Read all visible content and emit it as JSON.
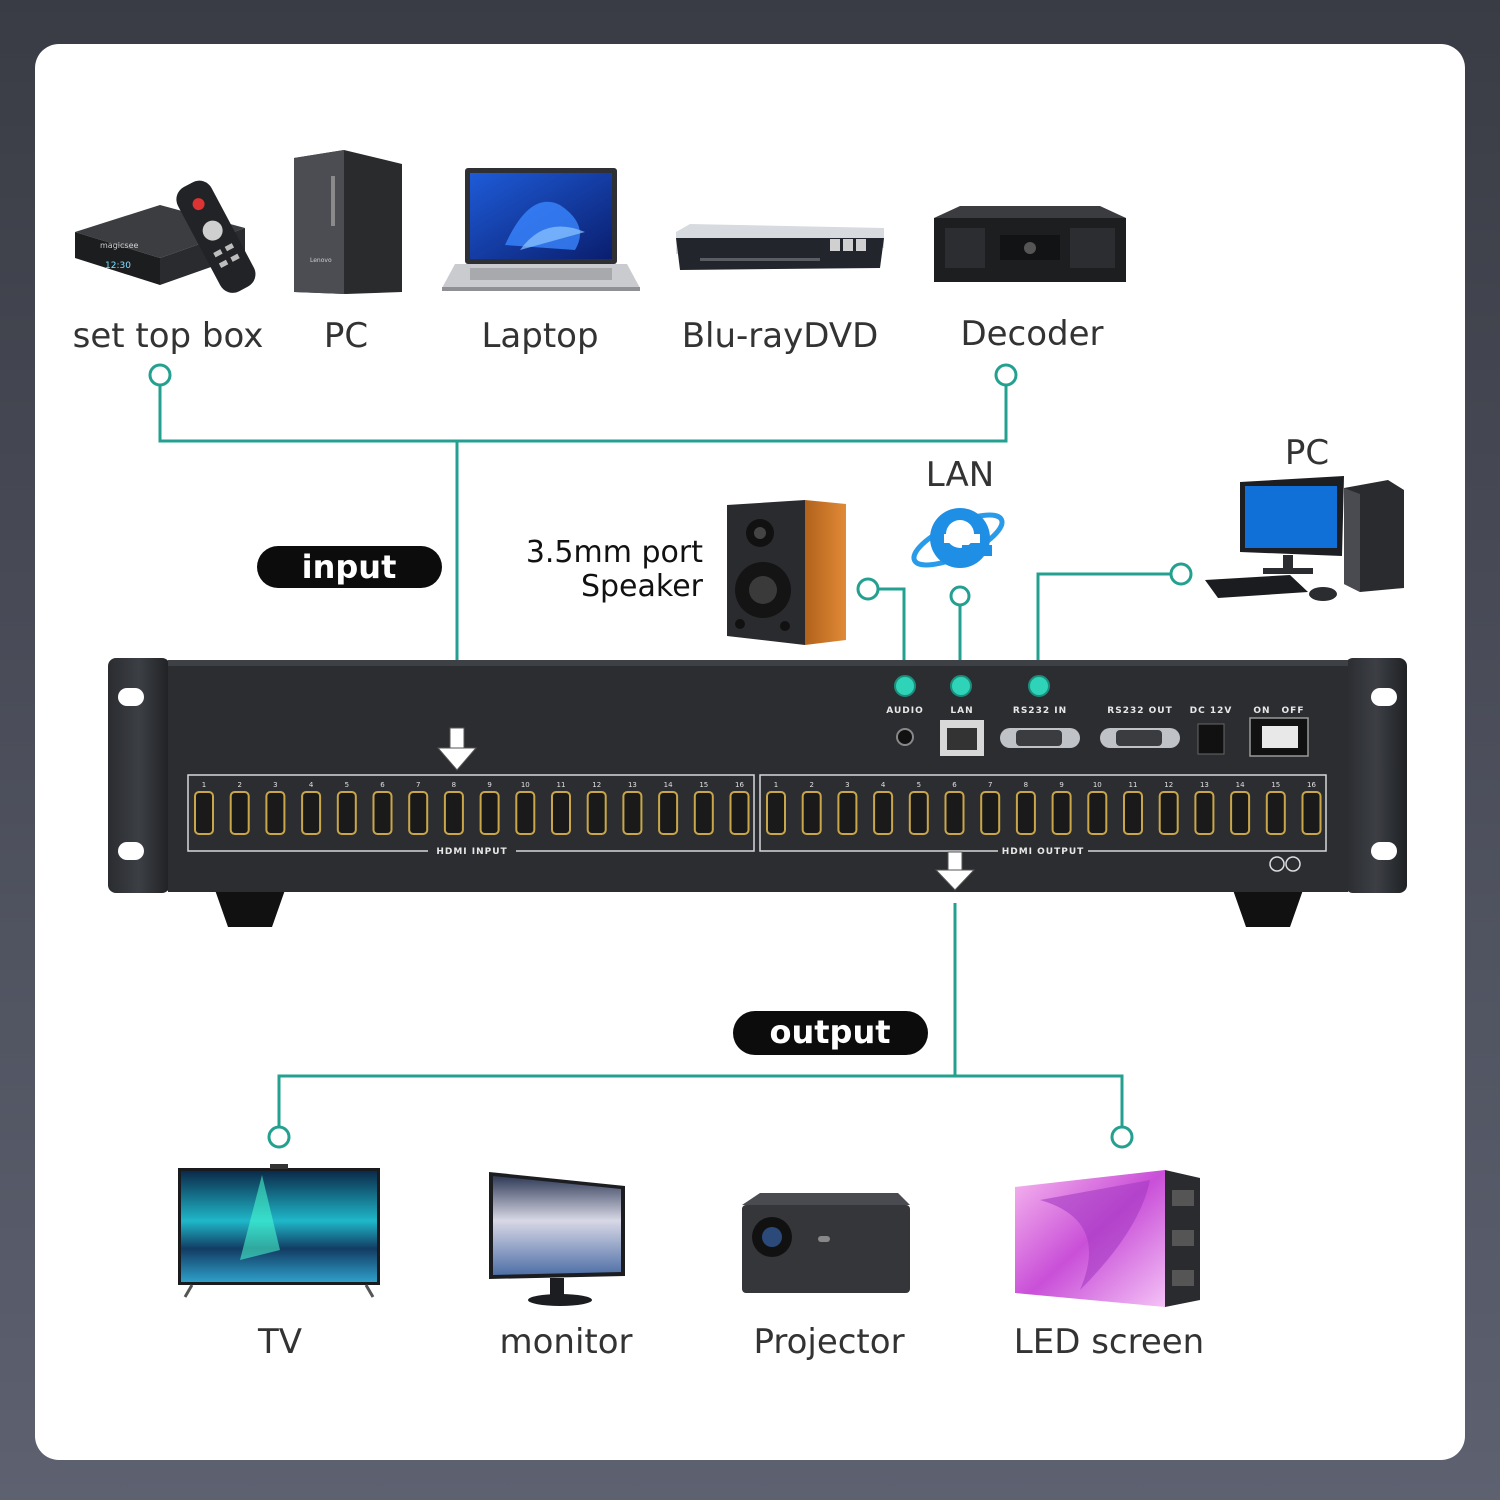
{
  "colors": {
    "line": "#23a08f",
    "node_fill": "#2fd3b8",
    "device_body": "#2b2d30",
    "pill": "#0c0c0c"
  },
  "sources": [
    {
      "label": "set top box",
      "icon": "set-top-box-icon"
    },
    {
      "label": "PC",
      "icon": "pc-tower-icon"
    },
    {
      "label": "Laptop",
      "icon": "laptop-icon"
    },
    {
      "label": "Blu-rayDVD",
      "icon": "bluray-player-icon"
    },
    {
      "label": "Decoder",
      "icon": "decoder-icon"
    }
  ],
  "outputs": [
    {
      "label": "TV",
      "icon": "tv-icon"
    },
    {
      "label": "monitor",
      "icon": "monitor-icon"
    },
    {
      "label": "Projector",
      "icon": "projector-icon"
    },
    {
      "label": "LED screen",
      "icon": "led-screen-icon"
    }
  ],
  "pills": {
    "input": "input",
    "output": "output"
  },
  "peripherals": {
    "speaker_line1": "3.5mm port",
    "speaker_line2": "Speaker",
    "lan": "LAN",
    "pc": "PC"
  },
  "panel": {
    "audio": "AUDIO",
    "lan": "LAN",
    "rs232_in": "RS232 IN",
    "rs232_out": "RS232 OUT",
    "dc": "DC 12V",
    "on": "ON",
    "off": "OFF",
    "hdmi_input": "HDMI INPUT",
    "hdmi_output": "HDMI OUTPUT",
    "port_numbers": [
      "1",
      "2",
      "3",
      "4",
      "5",
      "6",
      "7",
      "8",
      "9",
      "10",
      "11",
      "12",
      "13",
      "14",
      "15",
      "16"
    ]
  }
}
